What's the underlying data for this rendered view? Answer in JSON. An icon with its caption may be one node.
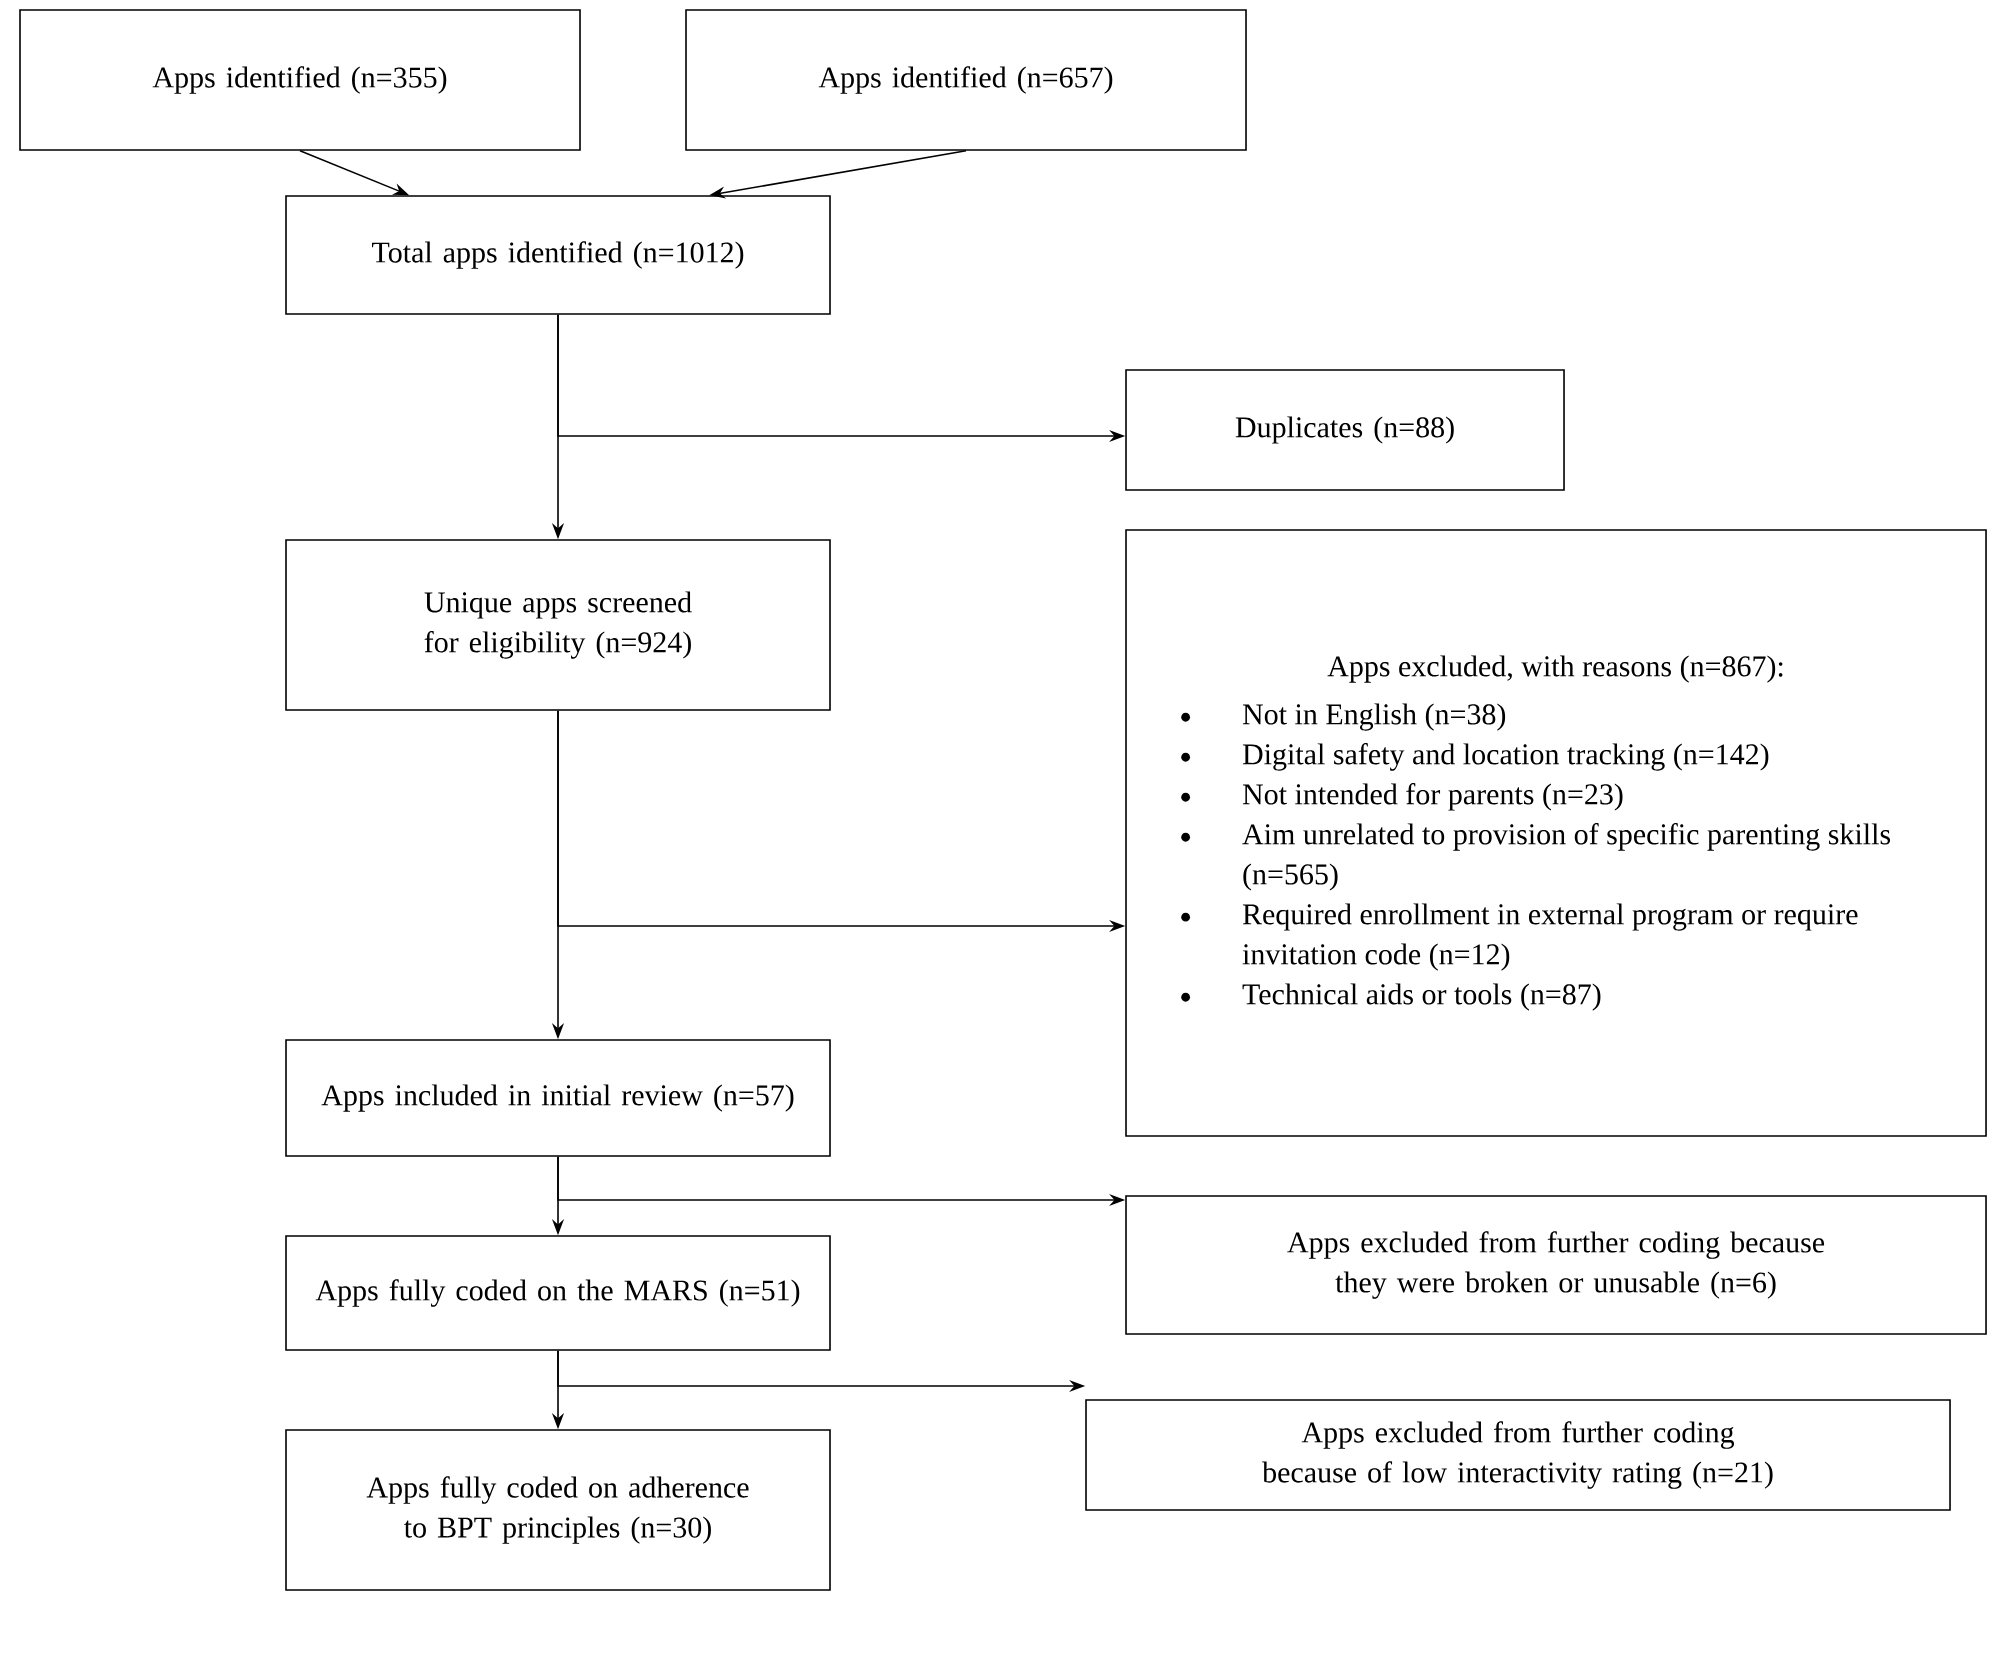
{
  "diagram": {
    "nodes": [
      {
        "text": [
          "Apps identified (n=355)"
        ]
      },
      {
        "text": [
          "Apps identified (n=657)"
        ]
      },
      {
        "text": [
          "Total apps identified (n=1012)"
        ]
      },
      {
        "text": [
          "Duplicates (n=88)"
        ]
      },
      {
        "text": [
          "Unique apps screened for eligibility (n=924)"
        ]
      },
      {
        "text": [
          "Apps excluded, with reasons (n=867):",
          "Not in English (n=38)",
          "Digital safety and location tracking (n=142)",
          "Not intended for parents (n=23)",
          "Aim unrelated to provision of specific parenting skills (n=565)",
          "Required enrollment in external program or require invitation code (n=12)",
          "Technical aids or tools (n=87)"
        ]
      },
      {
        "text": [
          "Apps included in initial review (n=57)"
        ]
      },
      {
        "text": [
          "Apps excluded from further coding because they were broken or unusable (n=6)"
        ]
      },
      {
        "text": [
          "Apps fully coded on the MARS (n=51)"
        ]
      },
      {
        "text": [
          "Apps excluded from further coding because of low interactivity rating (n=21)"
        ]
      },
      {
        "text": [
          "Apps fully coded on adherence to BPT principles (n=30)"
        ]
      }
    ],
    "edges": [
      {
        "from": 0,
        "to": 2,
        "arrow": "to"
      },
      {
        "from": 1,
        "to": 2,
        "arrow": "to"
      },
      {
        "from": 2,
        "to": 4,
        "arrow": "to"
      },
      {
        "from": 2,
        "to": 3,
        "arrow": "to"
      },
      {
        "from": 4,
        "to": 6,
        "arrow": "to"
      },
      {
        "from": 4,
        "to": 5,
        "arrow": "to"
      },
      {
        "from": 6,
        "to": 8,
        "arrow": "to"
      },
      {
        "from": 6,
        "to": 7,
        "arrow": "to"
      },
      {
        "from": 8,
        "to": 10,
        "arrow": "to"
      },
      {
        "from": 8,
        "to": 9,
        "arrow": "to"
      }
    ]
  }
}
